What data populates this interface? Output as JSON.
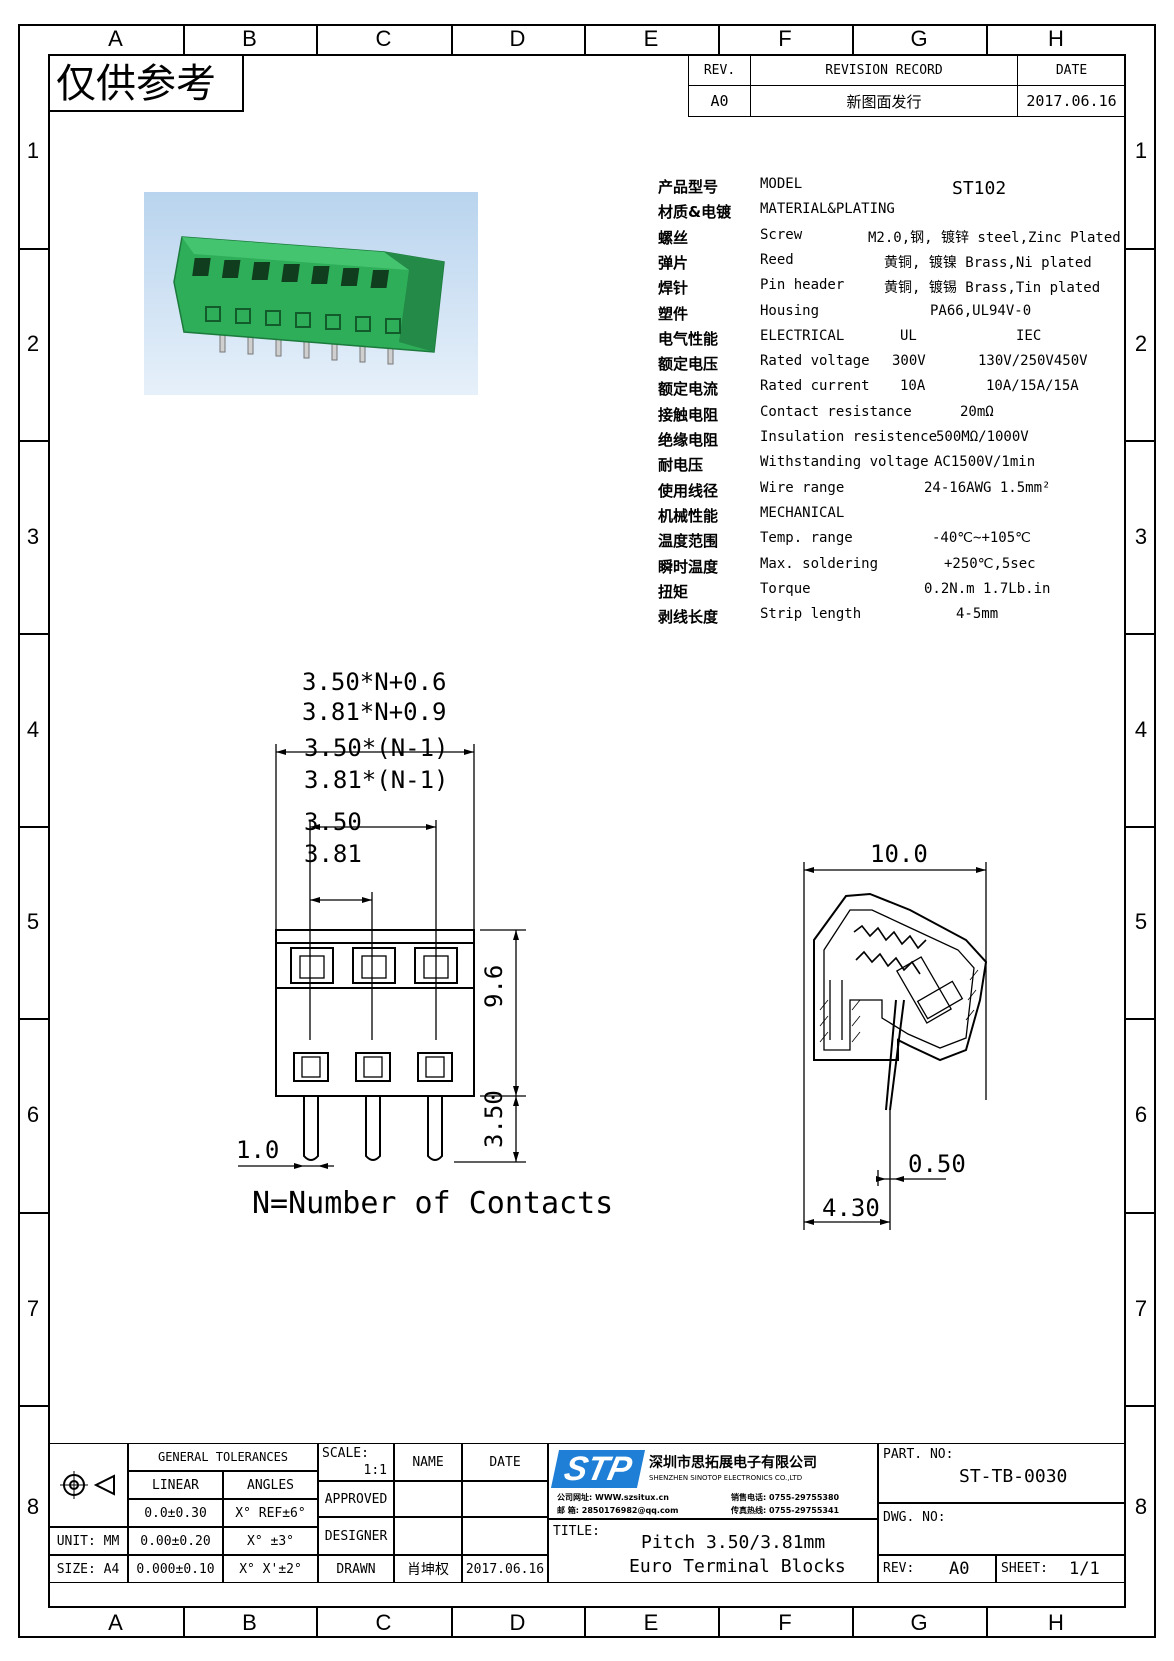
{
  "zones": {
    "columns": [
      "A",
      "B",
      "C",
      "D",
      "E",
      "F",
      "G",
      "H"
    ],
    "rows": [
      "1",
      "2",
      "3",
      "4",
      "5",
      "6",
      "7",
      "8"
    ]
  },
  "stamp": "仅供参考",
  "revision": {
    "rev_header": "REV.",
    "record_header": "REVISION RECORD",
    "date_header": "DATE",
    "rev": "A0",
    "record": "新图面发行",
    "date": "2017.06.16"
  },
  "model_value": "ST102",
  "specs": [
    {
      "cn": "产品型号",
      "en": "MODEL",
      "v1": "",
      "v2": ""
    },
    {
      "cn": "材质&电镀",
      "en": "MATERIAL&PLATING",
      "v1": "",
      "v2": ""
    },
    {
      "cn": "螺丝",
      "en": "Screw",
      "v1": "M2.0,钢, 镀锌 steel,Zinc Plated",
      "v2": ""
    },
    {
      "cn": "弹片",
      "en": "Reed",
      "v1": "黄铜, 镀镍 Brass,Ni plated",
      "v2": ""
    },
    {
      "cn": "焊针",
      "en": "Pin header",
      "v1": "黄铜, 镀锡 Brass,Tin plated",
      "v2": ""
    },
    {
      "cn": "塑件",
      "en": "Housing",
      "v1": "PA66,UL94V-0",
      "v2": ""
    },
    {
      "cn": "电气性能",
      "en": "ELECTRICAL",
      "v1": "UL",
      "v2": "IEC"
    },
    {
      "cn": "额定电压",
      "en": "Rated voltage",
      "v1": "300V",
      "v2": "130V/250V450V"
    },
    {
      "cn": "额定电流",
      "en": "Rated current",
      "v1": "10A",
      "v2": "10A/15A/15A"
    },
    {
      "cn": "接触电阻",
      "en": "Contact resistance",
      "v1": "20mΩ",
      "v2": ""
    },
    {
      "cn": "绝缘电阻",
      "en": "Insulation resistence",
      "v1": "500MΩ/1000V",
      "v2": ""
    },
    {
      "cn": "耐电压",
      "en": "Withstanding voltage",
      "v1": "AC1500V/1min",
      "v2": ""
    },
    {
      "cn": "使用线径",
      "en": "Wire range",
      "v1": "24-16AWG 1.5mm²",
      "v2": ""
    },
    {
      "cn": "机械性能",
      "en": "MECHANICAL",
      "v1": "",
      "v2": ""
    },
    {
      "cn": "温度范围",
      "en": "Temp. range",
      "v1": "-40℃~+105℃",
      "v2": ""
    },
    {
      "cn": "瞬时温度",
      "en": "Max. soldering",
      "v1": "+250℃,5sec",
      "v2": ""
    },
    {
      "cn": "扭矩",
      "en": "Torque",
      "v1": "0.2N.m 1.7Lb.in",
      "v2": ""
    },
    {
      "cn": "剥线长度",
      "en": "Strip length",
      "v1": "4-5mm",
      "v2": ""
    }
  ],
  "front_view": {
    "dim_a": "3.50*N+0.6",
    "dim_b": "3.81*N+0.9",
    "dim_c": "3.50*(N-1)",
    "dim_d": "3.81*(N-1)",
    "dim_e": "3.50",
    "dim_f": "3.81",
    "height": "9.6",
    "pin_len": "3.50",
    "pin_w": "1.0",
    "note": "N=Number of Contacts"
  },
  "side_view": {
    "width": "10.0",
    "pin_w": "0.50",
    "offset": "4.30"
  },
  "title_block": {
    "gen_tol": "GENERAL TOLERANCES",
    "linear": "LINEAR",
    "angles": "ANGLES",
    "l1": "0.0±0.30",
    "a1": "X° REF±6°",
    "unit_label": "UNIT: MM",
    "l2": "0.00±0.20",
    "a2": "X° ±3°",
    "size_label": "SIZE: A4",
    "l3": "0.000±0.10",
    "a3": "X° X'±2°",
    "scale": "SCALE:",
    "scale_val": "1:1",
    "name": "NAME",
    "date": "DATE",
    "approved": "APPROVED",
    "designer": "DESIGNER",
    "drawn": "DRAWN",
    "drawn_name": "肖坤权",
    "drawn_date": "2017.06.16",
    "company_cn": "深圳市思拓展电子有限公司",
    "company_en": "SHENZHEN SINOTOP ELECTRONICS CO.,LTD",
    "web_label": "公司网址:",
    "web": "WWW.szsitux.cn",
    "mail_label": "邮  箱:",
    "mail": "2850176982@qq.com",
    "tel_label": "销售电话:",
    "tel": "0755-29755380",
    "fax_label": "传真热线:",
    "fax": "0755-29755341",
    "logo": "STP",
    "title_label": "TITLE:",
    "title1": "Pitch 3.50/3.81mm",
    "title2": "Euro Terminal Blocks",
    "part_label": "PART. NO:",
    "part": "ST-TB-0030",
    "dwg_label": "DWG. NO:",
    "rev_label": "REV:",
    "rev": "A0",
    "sheet_label": "SHEET:",
    "sheet": "1/1"
  },
  "colors": {
    "product_green": "#2fae5a",
    "photo_bg": "#cfe2f3",
    "logo_blue": "#1f7fd6"
  }
}
